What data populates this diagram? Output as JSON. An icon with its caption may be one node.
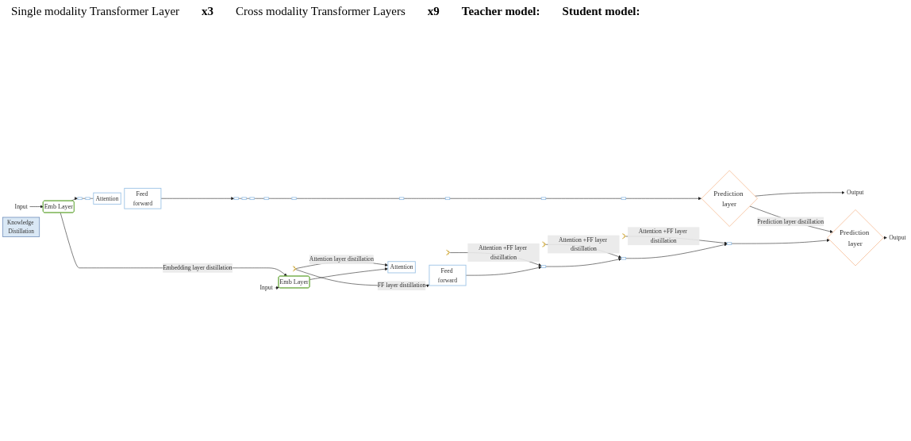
{
  "diagram": {
    "nodes": [
      {
        "text": [
          "Input"
        ]
      },
      {
        "text": [
          "Emb Layer"
        ]
      },
      {
        "text": [],
        "shape": "bar"
      },
      {
        "text": [],
        "shape": "bar"
      },
      {
        "text": [
          "Attention"
        ]
      },
      {
        "text": [
          "Feed forward"
        ]
      },
      {
        "text": [],
        "shape": "bar"
      },
      {
        "text": [],
        "shape": "bar"
      },
      {
        "text": [],
        "shape": "bar"
      },
      {
        "text": [],
        "shape": "bar"
      },
      {
        "text": [],
        "shape": "bar"
      },
      {
        "text": [],
        "shape": "bar"
      },
      {
        "text": [],
        "shape": "bar"
      },
      {
        "text": [],
        "shape": "bar"
      },
      {
        "text": [],
        "shape": "bar"
      },
      {
        "text": [
          "Prediction layer"
        ]
      },
      {
        "text": [
          "Output"
        ]
      },
      {
        "text": [],
        "shape": "brace"
      },
      {
        "text": [],
        "shape": "brace"
      },
      {
        "text": [],
        "shape": "brace"
      },
      {
        "text": [],
        "shape": "brace"
      },
      {
        "text": [
          "Knowledge Distillation"
        ]
      },
      {
        "text": [
          "Input"
        ]
      },
      {
        "text": [
          "Emb Layer"
        ]
      },
      {
        "text": [
          "Attention"
        ]
      },
      {
        "text": [
          "Feed forward"
        ]
      },
      {
        "text": [],
        "shape": "bar"
      },
      {
        "text": [],
        "shape": "bar"
      },
      {
        "text": [],
        "shape": "bar"
      },
      {
        "text": [
          "Prediction layer"
        ]
      },
      {
        "text": [
          "Output"
        ]
      }
    ],
    "edges": [
      {
        "from": 0,
        "to": 1,
        "arrow": "to"
      },
      {
        "from": 1,
        "to": 2,
        "arrow": "to"
      },
      {
        "from": 2,
        "to": 3,
        "arrow": "none"
      },
      {
        "from": 3,
        "to": 4,
        "arrow": "none"
      },
      {
        "from": 5,
        "to": 6,
        "arrow": "to"
      },
      {
        "from": 6,
        "to": 7,
        "arrow": "none"
      },
      {
        "from": 7,
        "to": 8,
        "arrow": "none"
      },
      {
        "from": 8,
        "to": 9,
        "arrow": "none"
      },
      {
        "from": 9,
        "to": 10,
        "arrow": "none"
      },
      {
        "from": 10,
        "to": 11,
        "arrow": "none"
      },
      {
        "from": 11,
        "to": 12,
        "arrow": "none"
      },
      {
        "from": 12,
        "to": 13,
        "arrow": "none"
      },
      {
        "from": 13,
        "to": 14,
        "arrow": "none"
      },
      {
        "from": 14,
        "to": 15,
        "arrow": "to"
      },
      {
        "from": 15,
        "to": 16,
        "arrow": "to"
      },
      {
        "from": 1,
        "to": 23,
        "arrow": "to",
        "label": "Embedding layer distillation"
      },
      {
        "from": 17,
        "to": 24,
        "arrow": "to",
        "label": "Attention layer distillation"
      },
      {
        "from": 17,
        "to": 25,
        "arrow": "to",
        "label": "FF layer distillation"
      },
      {
        "from": 18,
        "to": 26,
        "arrow": "to",
        "label": "Attention +FF layer distillation"
      },
      {
        "from": 19,
        "to": 27,
        "arrow": "to",
        "label": "Attention +FF layer distillation"
      },
      {
        "from": 20,
        "to": 28,
        "arrow": "to",
        "label": "Attention +FF layer distillation"
      },
      {
        "from": 15,
        "to": 29,
        "arrow": "to",
        "label": "Prediction layer distillation"
      },
      {
        "from": 22,
        "to": 23,
        "arrow": "to"
      },
      {
        "from": 23,
        "to": 24,
        "arrow": "to"
      },
      {
        "from": 25,
        "to": 26,
        "arrow": "to"
      },
      {
        "from": 26,
        "to": 27,
        "arrow": "to"
      },
      {
        "from": 27,
        "to": 28,
        "arrow": "to"
      },
      {
        "from": 28,
        "to": 29,
        "arrow": "to"
      },
      {
        "from": 29,
        "to": 30,
        "arrow": "to"
      }
    ],
    "labels": [
      "Single modality Transformer Layer",
      "x3",
      "Cross modality Transformer Layers",
      "x9",
      "Teacher model:",
      "Student model:"
    ]
  }
}
